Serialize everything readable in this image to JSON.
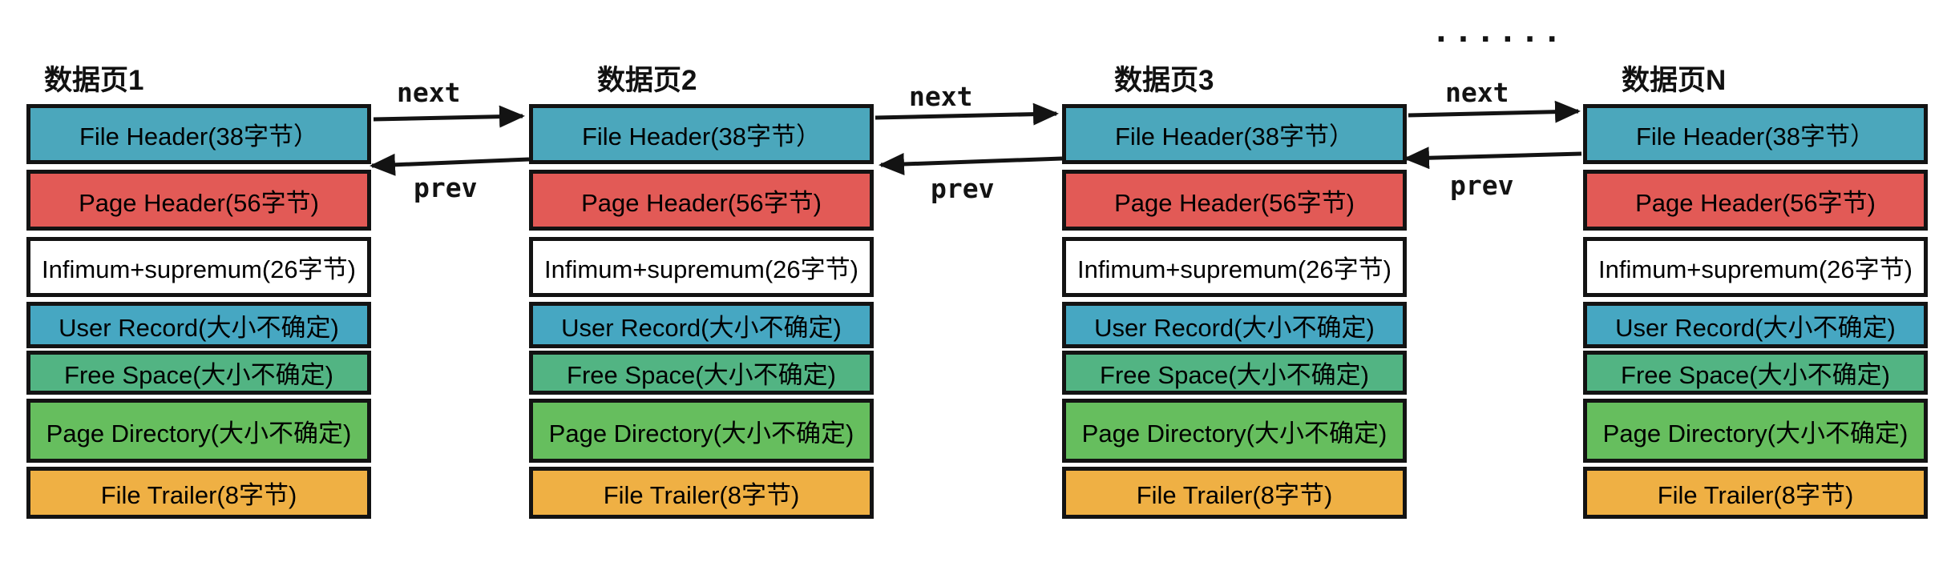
{
  "diagram": {
    "pages": [
      {
        "title": "数据页1"
      },
      {
        "title": "数据页2"
      },
      {
        "title": "数据页3"
      },
      {
        "title": "数据页N"
      }
    ],
    "blocks": [
      {
        "name": "file-header",
        "label": "File Header(38字节）",
        "color": "#4BA7BC",
        "size_note": "38字节"
      },
      {
        "name": "page-header",
        "label": "Page Header(56字节)",
        "color": "#E25A56",
        "size_note": "56字节"
      },
      {
        "name": "infimum-supremum",
        "label": "Infimum+supremum(26字节)",
        "color": "#FFFFFF",
        "size_note": "26字节"
      },
      {
        "name": "user-record",
        "label": "User Record(大小不确定)",
        "color": "#46A7C2",
        "size_note": "大小不确定"
      },
      {
        "name": "free-space",
        "label": "Free Space(大小不确定)",
        "color": "#52B483",
        "size_note": "大小不确定"
      },
      {
        "name": "page-directory",
        "label": "Page Directory(大小不确定)",
        "color": "#66BE5E",
        "size_note": "大小不确定"
      },
      {
        "name": "file-trailer",
        "label": "File Trailer(8字节)",
        "color": "#EFB044",
        "size_note": "8字节"
      }
    ],
    "arrow_labels": {
      "next": "next",
      "prev": "prev"
    },
    "ellipsis": "······",
    "colors": {
      "arrow": "#131313",
      "border": "#131313",
      "background": "#FFFFFF",
      "text": "#000000"
    }
  }
}
